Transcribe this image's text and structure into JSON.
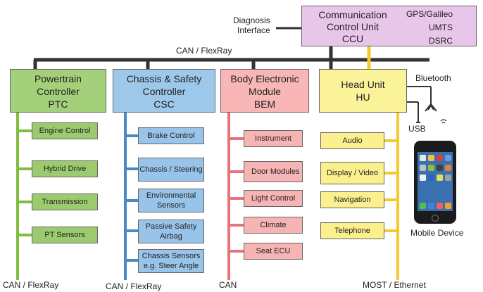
{
  "ccu": {
    "title_lines": [
      "Communication",
      "Control Unit",
      "CCU"
    ],
    "links": [
      "GPS/Galileo",
      "UMTS",
      "DSRC"
    ]
  },
  "diagnosis": {
    "lines": [
      "Diagnosis",
      "Interface"
    ]
  },
  "backbone_label": "CAN / FlexRay",
  "controllers": [
    {
      "lines": [
        "Powertrain",
        "Controller",
        "PTC"
      ],
      "color": "#a5d07b",
      "bus_color": "#7fbf3f",
      "subs": [
        "Engine Control",
        "Hybrid Drive",
        "Transmission",
        "PT Sensors"
      ],
      "bus_label": "CAN / FlexRay"
    },
    {
      "lines": [
        "Chassis & Safety",
        "Controller",
        "CSC"
      ],
      "color": "#9ec8ea",
      "bus_color": "#4a89c8",
      "subs": [
        "Brake Control",
        "Chassis / Steering",
        "Environmental Sensors",
        "Passive Safety Airbag",
        "Chassis Sensors e.g. Steer Angle"
      ],
      "bus_label": "CAN / FlexRay"
    },
    {
      "lines": [
        "Body Electronic",
        "Module",
        "BEM"
      ],
      "color": "#f8b6b6",
      "bus_color": "#e8737a",
      "subs": [
        "Instrument",
        "Door Modules",
        "Light Control",
        "Climate",
        "Seat ECU"
      ],
      "bus_label": "CAN"
    },
    {
      "lines": [
        "Head Unit",
        "HU"
      ],
      "color": "#fbf39a",
      "bus_color": "#f5c92e",
      "subs": [
        "Audio",
        "Display / Video",
        "Navigation",
        "Telephone"
      ],
      "bus_label": "MOST / Ethernet"
    }
  ],
  "bluetooth_label": "Bluetooth",
  "usb_label": "USB",
  "mobile_label": "Mobile Device"
}
